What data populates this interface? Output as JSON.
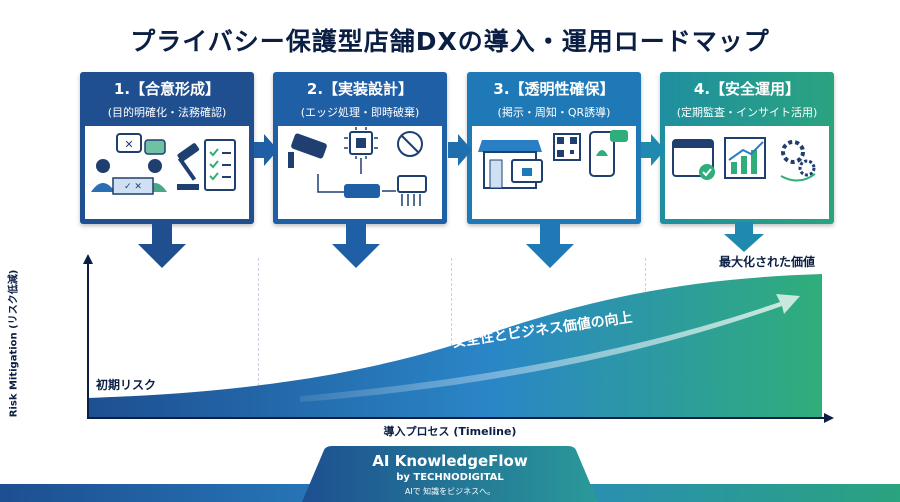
{
  "title": "プライバシー保護型店舗DXの導入・運用ロードマップ",
  "steps": [
    {
      "title": "1.【合意形成】",
      "subtitle": "(目的明確化・法務確認)",
      "color": "#1f4f8f"
    },
    {
      "title": "2.【実装設計】",
      "subtitle": "(エッジ処理・即時破棄)",
      "color": "#1f5fa6"
    },
    {
      "title": "3.【透明性確保】",
      "subtitle": "(掲示・周知・QR誘導)",
      "color": "#1f79b7"
    },
    {
      "title": "4.【安全運用】",
      "subtitle": "(定期監査・インサイト活用)",
      "color": "#1f9a8a"
    }
  ],
  "chart": {
    "y_axis_label": "Risk Mitigation (リスク低減)",
    "x_axis_label": "導入プロセス (Timeline)",
    "start_label": "初期リスク",
    "end_label": "最大化された価値",
    "trend_label": "安全性とビジネス価値の向上"
  },
  "footer": {
    "brand": "AI KnowledgeFlow",
    "by": "by TECHNODIGITAL",
    "tagline": "AIで 知識をビジネスへ。"
  },
  "colors": {
    "navy": "#1f4f8f",
    "blue": "#2a7fc4",
    "green": "#2fae7a"
  }
}
